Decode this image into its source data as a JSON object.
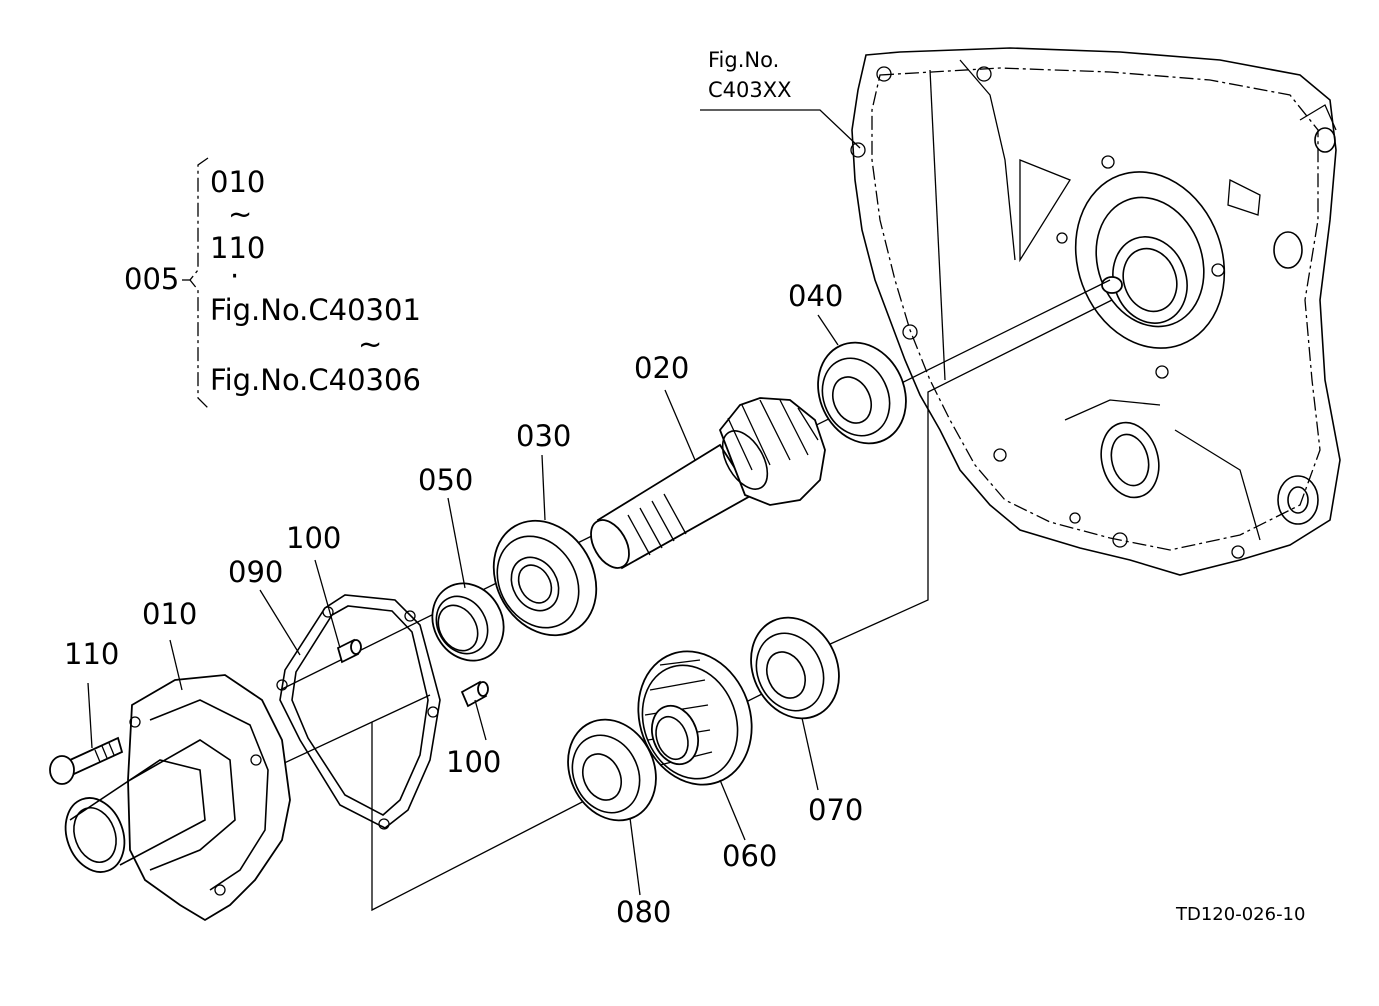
{
  "diagram": {
    "figure_ref": {
      "line1": "Fig.No.",
      "line2": "C403XX"
    },
    "assembly": {
      "number": "005",
      "range_start": "010",
      "tilde1": "~",
      "range_end": "110",
      "dot": "·",
      "fig_start": "Fig.No.C40301",
      "tilde2": "~",
      "fig_end": "Fig.No.C40306"
    },
    "callouts": {
      "p010": "010",
      "p020": "020",
      "p030": "030",
      "p040": "040",
      "p050": "050",
      "p060": "060",
      "p070": "070",
      "p080": "080",
      "p090": "090",
      "p100a": "100",
      "p100b": "100",
      "p110": "110"
    },
    "drawing_code": "TD120-026-10"
  }
}
